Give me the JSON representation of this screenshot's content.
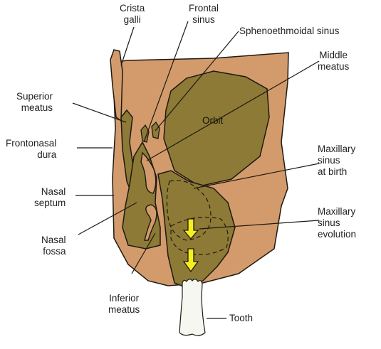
{
  "labels": {
    "crista_galli": "Crista\ngalli",
    "frontal_sinus": "Frontal\nsinus",
    "sphenoethmoidal_sinus": "Sphenoethmoidal sinus",
    "middle_meatus": "Middle\nmeatus",
    "superior_meatus": "Superior\nmeatus",
    "frontonasal_dura": "Frontonasal\ndura",
    "nasal_septum": "Nasal\nseptum",
    "nasal_fossa": "Nasal\nfossa",
    "orbit": "Orbit",
    "maxillary_sinus_at_birth": "Maxillary\nsinus\nat birth",
    "maxillary_sinus_evolution": "Maxillary\nsinus\nevolution",
    "inferior_meatus": "Inferior\nmeatus",
    "tooth": "Tooth"
  },
  "colors": {
    "background": "#ffffff",
    "bone": "#d39b6c",
    "cavity": "#8c7a36",
    "outline": "#1e1a12",
    "arrow_fill": "#f5ef1e",
    "tooth": "#f7f7f2"
  }
}
